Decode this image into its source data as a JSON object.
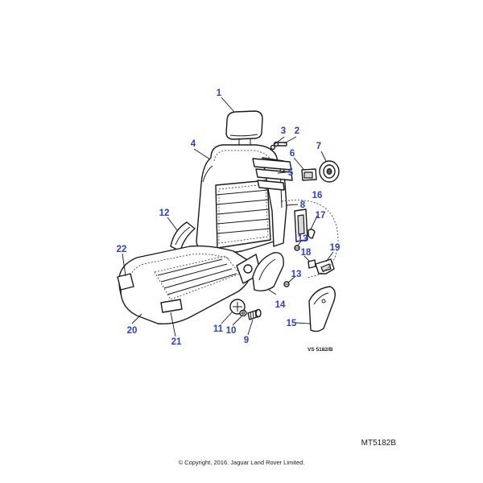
{
  "callouts": [
    "1",
    "2",
    "3",
    "4",
    "5",
    "6",
    "7",
    "8",
    "9",
    "10",
    "11",
    "12",
    "13",
    "13",
    "14",
    "15",
    "16",
    "17",
    "18",
    "19",
    "20",
    "21",
    "22"
  ],
  "ref_code": "VS  5182/B",
  "figure_code": "MT5182B",
  "copyright": "© Copyright, 2016. Jaguar Land Rover Limited.",
  "colors": {
    "callout": "#2a3fd0",
    "line": "#1a1a1a"
  }
}
